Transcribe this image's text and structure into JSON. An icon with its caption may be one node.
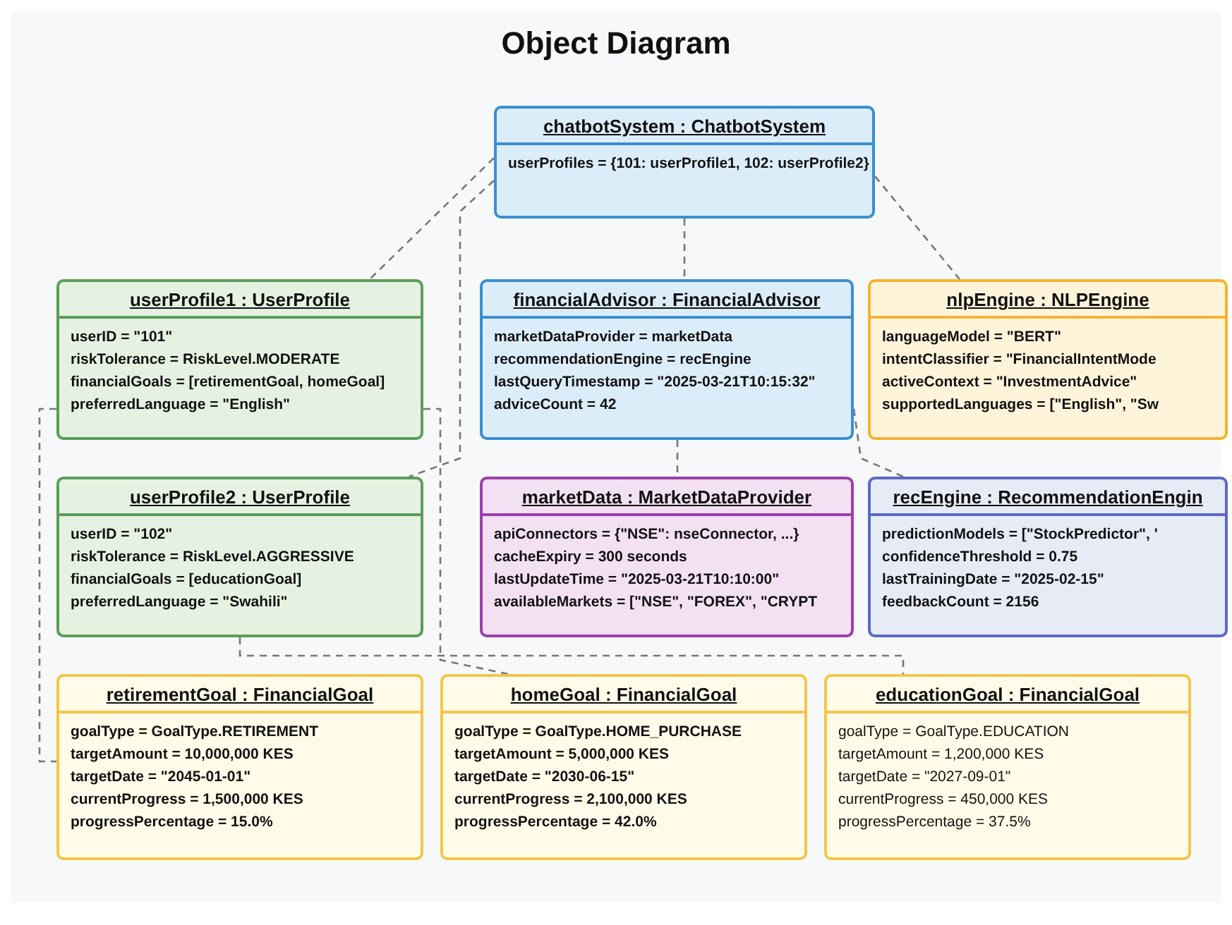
{
  "diagram": {
    "title": "Object Diagram",
    "nodes": [
      {
        "text": [
          "chatbotSystem : ChatbotSystem",
          "userProfiles = {101: userProfile1, 102: userProfile2}"
        ]
      },
      {
        "text": [
          "userProfile1 : UserProfile",
          "userID = \"101\"",
          "riskTolerance = RiskLevel.MODERATE",
          "financialGoals = [retirementGoal, homeGoal]",
          "preferredLanguage = \"English\""
        ]
      },
      {
        "text": [
          "financialAdvisor : FinancialAdvisor",
          "marketDataProvider = marketData",
          "recommendationEngine = recEngine",
          "lastQueryTimestamp = \"2025-03-21T10:15:32\"",
          "adviceCount = 42"
        ]
      },
      {
        "text": [
          "nlpEngine : NLPEngine",
          "languageModel = \"BERT\"",
          "intentClassifier = \"FinancialIntentMode",
          "activeContext = \"InvestmentAdvice\"",
          "supportedLanguages = [\"English\", \"Sw"
        ]
      },
      {
        "text": [
          "userProfile2 : UserProfile",
          "userID = \"102\"",
          "riskTolerance = RiskLevel.AGGRESSIVE",
          "financialGoals = [educationGoal]",
          "preferredLanguage = \"Swahili\""
        ]
      },
      {
        "text": [
          "marketData : MarketDataProvider",
          "apiConnectors = {\"NSE\": nseConnector, ...}",
          "cacheExpiry = 300 seconds",
          "lastUpdateTime = \"2025-03-21T10:10:00\"",
          "availableMarkets = [\"NSE\", \"FOREX\", \"CRYPT"
        ]
      },
      {
        "text": [
          "recEngine : RecommendationEngin",
          "predictionModels = [\"StockPredictor\", '",
          "confidenceThreshold = 0.75",
          "lastTrainingDate = \"2025-02-15\"",
          "feedbackCount = 2156"
        ]
      },
      {
        "text": [
          "retirementGoal : FinancialGoal",
          "goalType = GoalType.RETIREMENT",
          "targetAmount = 10,000,000 KES",
          "targetDate = \"2045-01-01\"",
          "currentProgress = 1,500,000 KES",
          "progressPercentage = 15.0%"
        ]
      },
      {
        "text": [
          "homeGoal : FinancialGoal",
          "goalType = GoalType.HOME_PURCHASE",
          "targetAmount = 5,000,000 KES",
          "targetDate = \"2030-06-15\"",
          "currentProgress = 2,100,000 KES",
          "progressPercentage = 42.0%"
        ]
      },
      {
        "text": [
          "educationGoal : FinancialGoal",
          "goalType = GoalType.EDUCATION",
          "targetAmount = 1,200,000 KES",
          "targetDate = \"2027-09-01\"",
          "currentProgress = 450,000 KES",
          "progressPercentage = 37.5%"
        ]
      }
    ],
    "edges": [
      {
        "from": 0,
        "to": 1,
        "arrow": "none",
        "style": "dashed"
      },
      {
        "from": 0,
        "to": 4,
        "arrow": "none",
        "style": "dashed"
      },
      {
        "from": 0,
        "to": 2,
        "arrow": "none",
        "style": "dashed"
      },
      {
        "from": 0,
        "to": 3,
        "arrow": "none",
        "style": "dashed"
      },
      {
        "from": 2,
        "to": 5,
        "arrow": "none",
        "style": "dashed"
      },
      {
        "from": 2,
        "to": 6,
        "arrow": "none",
        "style": "dashed"
      },
      {
        "from": 1,
        "to": 7,
        "arrow": "none",
        "style": "dashed"
      },
      {
        "from": 1,
        "to": 8,
        "arrow": "none",
        "style": "dashed"
      },
      {
        "from": 4,
        "to": 9,
        "arrow": "none",
        "style": "dashed"
      }
    ]
  }
}
